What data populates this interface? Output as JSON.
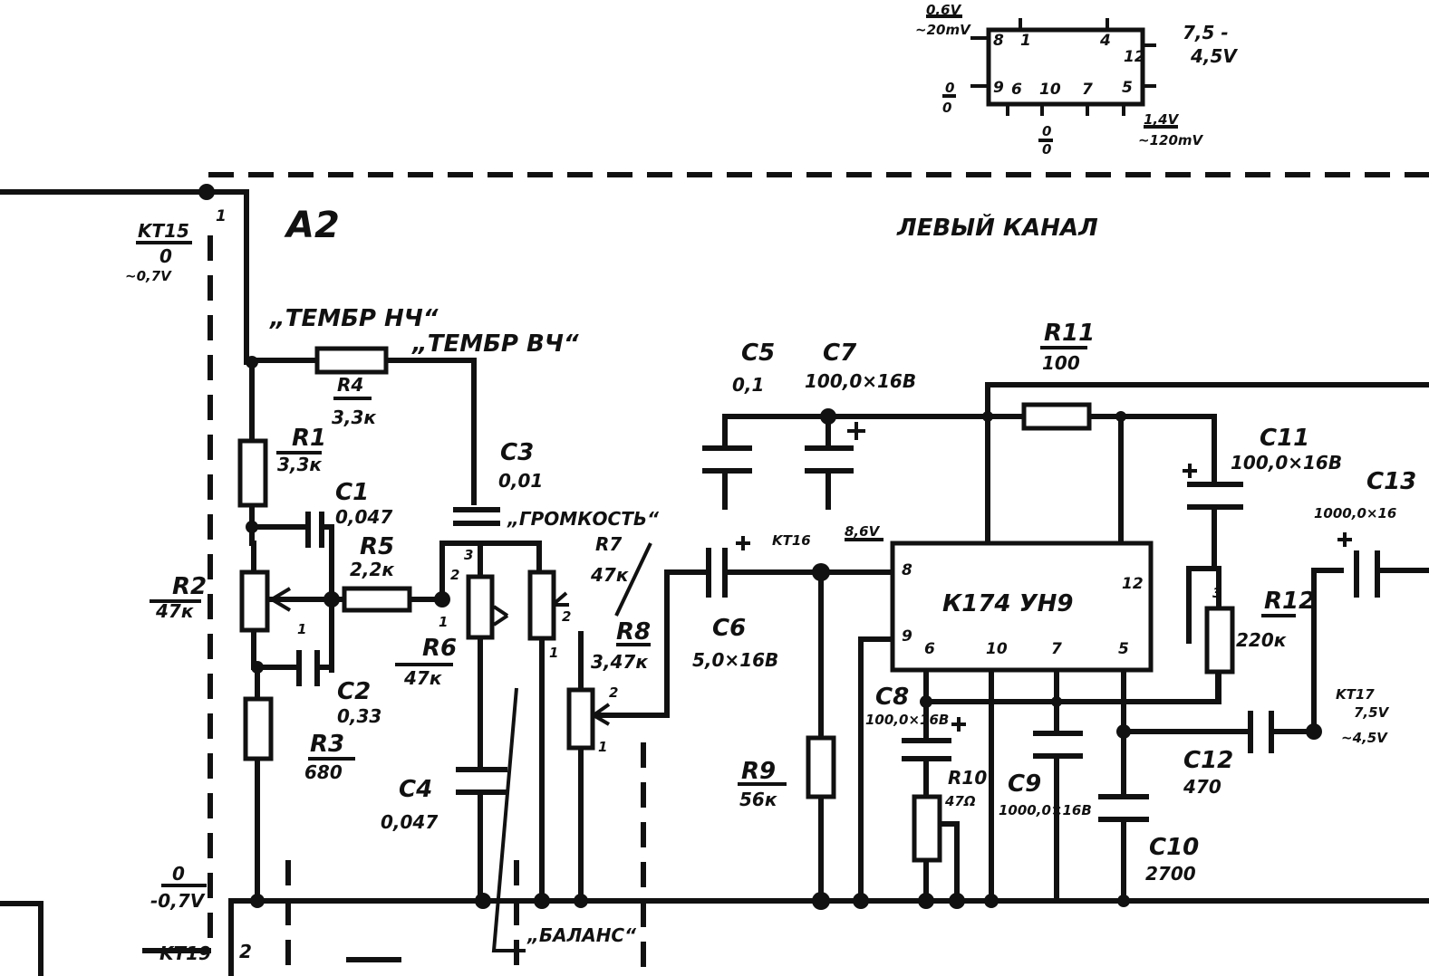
{
  "block": {
    "id": "A2",
    "title": "ЛЕВЫЙ КАНАЛ"
  },
  "controls": {
    "bass": "„ТЕМБР НЧ“",
    "treble": "„ТЕМБР ВЧ“",
    "volume": "„ГРОМКОСТЬ“",
    "balance": "„БАЛАНС“"
  },
  "ic": {
    "name": "К174 УН9",
    "pins": [
      "8",
      "12",
      "9",
      "6",
      "10",
      "7",
      "5"
    ]
  },
  "top_ic": {
    "pins": [
      "8",
      "1",
      "4",
      "12",
      "9",
      "6",
      "10",
      "7",
      "5"
    ],
    "volt_left_top": "0,6V",
    "volt_left_top_sub": "~20mV",
    "volt_left_bottom": "0",
    "volt_left_bottom_sub": "0",
    "volt_right": "7,5 -",
    "volt_right_sub": "4,5V",
    "volt_bottom": "0",
    "volt_bottom_sub": "0",
    "volt_bottom_right": "1,4V",
    "volt_bottom_right_sub": "~120mV"
  },
  "components": {
    "R1": {
      "name": "R1",
      "value": "3,3к"
    },
    "R2": {
      "name": "R2",
      "value": "47к"
    },
    "R3": {
      "name": "R3",
      "value": "680"
    },
    "R4": {
      "name": "R4",
      "value": "3,3к"
    },
    "R5": {
      "name": "R5",
      "value": "2,2к"
    },
    "R6": {
      "name": "R6",
      "value": "47к"
    },
    "R7": {
      "name": "R7",
      "value": "47к"
    },
    "R8": {
      "name": "R8",
      "value": "3,47к"
    },
    "R9": {
      "name": "R9",
      "value": "56к"
    },
    "R10": {
      "name": "R10",
      "value": "47Ω"
    },
    "R11": {
      "name": "R11",
      "value": "100"
    },
    "R12": {
      "name": "R12",
      "value": "220к"
    },
    "C1": {
      "name": "C1",
      "value": "0,047"
    },
    "C2": {
      "name": "C2",
      "value": "0,33"
    },
    "C3": {
      "name": "C3",
      "value": "0,01"
    },
    "C4": {
      "name": "C4",
      "value": "0,047"
    },
    "C5": {
      "name": "C5",
      "value": "0,1"
    },
    "C6": {
      "name": "C6",
      "value": "5,0×16В"
    },
    "C7": {
      "name": "C7",
      "value": "100,0×16В"
    },
    "C8": {
      "name": "C8",
      "value": "100,0×16В"
    },
    "C9": {
      "name": "C9",
      "value": "1000,0×16В"
    },
    "C10": {
      "name": "C10",
      "value": "2700"
    },
    "C11": {
      "name": "C11",
      "value": "100,0×16В"
    },
    "C12": {
      "name": "C12",
      "value": "470"
    },
    "C13": {
      "name": "C13",
      "value": "1000,0×16"
    }
  },
  "test_points": {
    "KT15": {
      "name": "KT15",
      "v1": "0",
      "v2": "~0,7V"
    },
    "KT16": {
      "name": "KT16",
      "v1": "8,6V"
    },
    "KT17": {
      "name": "KT17",
      "v1": "7,5V",
      "v2": "~4,5V"
    },
    "KT19": {
      "name": "KT19",
      "v1": "0",
      "v2": "-0,7V"
    }
  },
  "misc": {
    "node1": "1",
    "node2": "2",
    "r7_pin1": "1",
    "r7_pin2": "2",
    "r8_pin1": "1",
    "r8_pin2": "2",
    "r6_pin1": "1",
    "r6_pin2": "2",
    "r6_pin3": "3",
    "r2_pin": "1",
    "r12_pin": "3"
  },
  "colors": {
    "ink": "#111111",
    "paper": "#ffffff"
  }
}
